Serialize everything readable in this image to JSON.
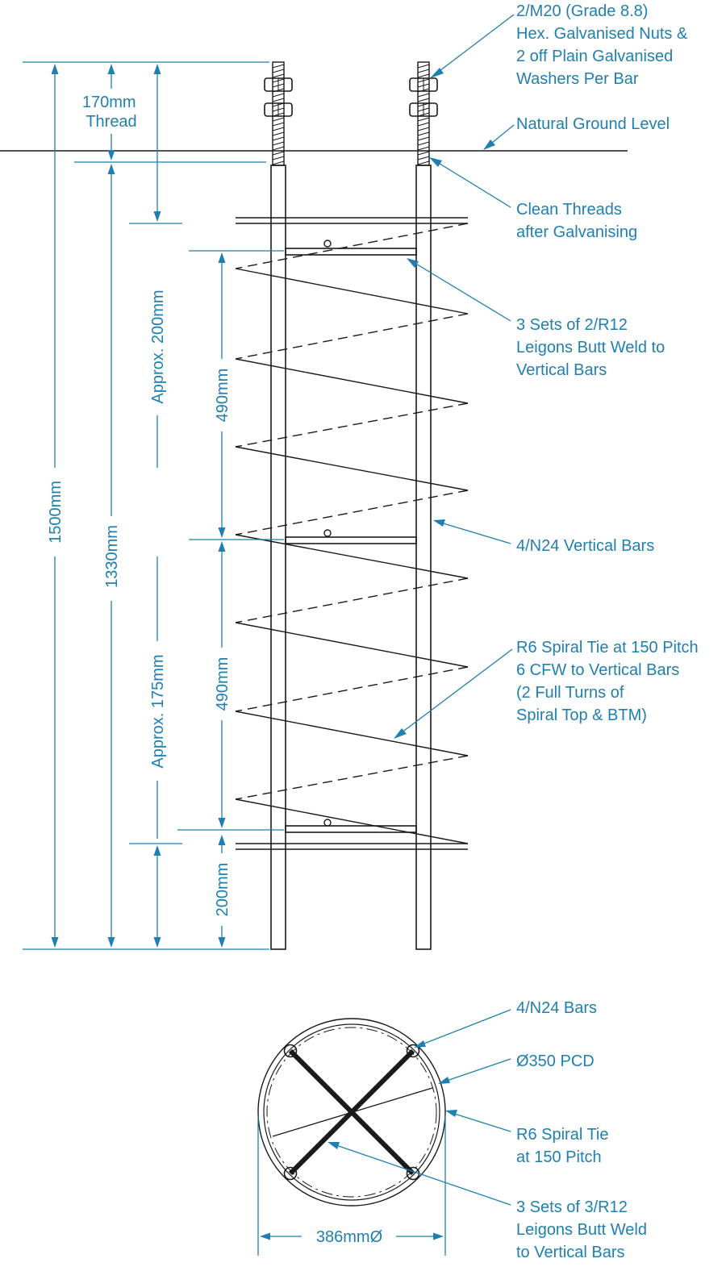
{
  "colors": {
    "annotation": "#1f7fb0",
    "drawing": "#1a1a1a"
  },
  "callouts": {
    "nuts": [
      "2/M20 (Grade 8.8)",
      "Hex. Galvanised Nuts &",
      "2 off Plain Galvanised",
      "Washers Per Bar"
    ],
    "ground": [
      "Natural Ground Level"
    ],
    "threads": [
      "Clean Threads",
      "after Galvanising"
    ],
    "ligatures": [
      "3 Sets of 2/R12",
      "Leigons Butt Weld to",
      "Vertical Bars"
    ],
    "vertical_bars": [
      "4/N24 Vertical Bars"
    ],
    "spiral": [
      "R6 Spiral Tie at 150 Pitch",
      "6 CFW to Vertical Bars",
      "(2 Full Turns of",
      "Spiral Top & BTM)"
    ],
    "plan_bars": [
      "4/N24 Bars"
    ],
    "pcd": [
      "Ø350 PCD"
    ],
    "plan_spiral": [
      "R6 Spiral Tie",
      "at 150 Pitch"
    ],
    "plan_ligatures": [
      "3 Sets of 3/R12",
      "Leigons Butt Weld",
      "to Vertical Bars"
    ]
  },
  "dimensions": {
    "thread": [
      "170mm",
      "Thread"
    ],
    "total": "1500mm",
    "embed": "1330mm",
    "approx_top": "Approx. 200mm",
    "approx_bottom": "Approx. 175mm",
    "seg_upper": "490mm",
    "seg_lower": "490mm",
    "seg_base": "200mm",
    "plan_diameter": "386mmØ"
  }
}
